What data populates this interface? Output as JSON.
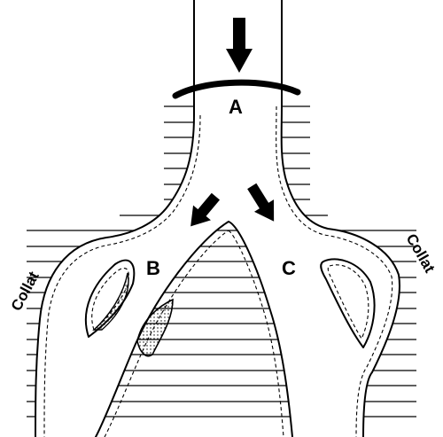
{
  "labels": {
    "a": "A",
    "b": "B",
    "c": "C",
    "collat_left": "Collat",
    "collat_right": "Collat"
  },
  "colors": {
    "ink": "#000000",
    "background": "#ffffff"
  }
}
